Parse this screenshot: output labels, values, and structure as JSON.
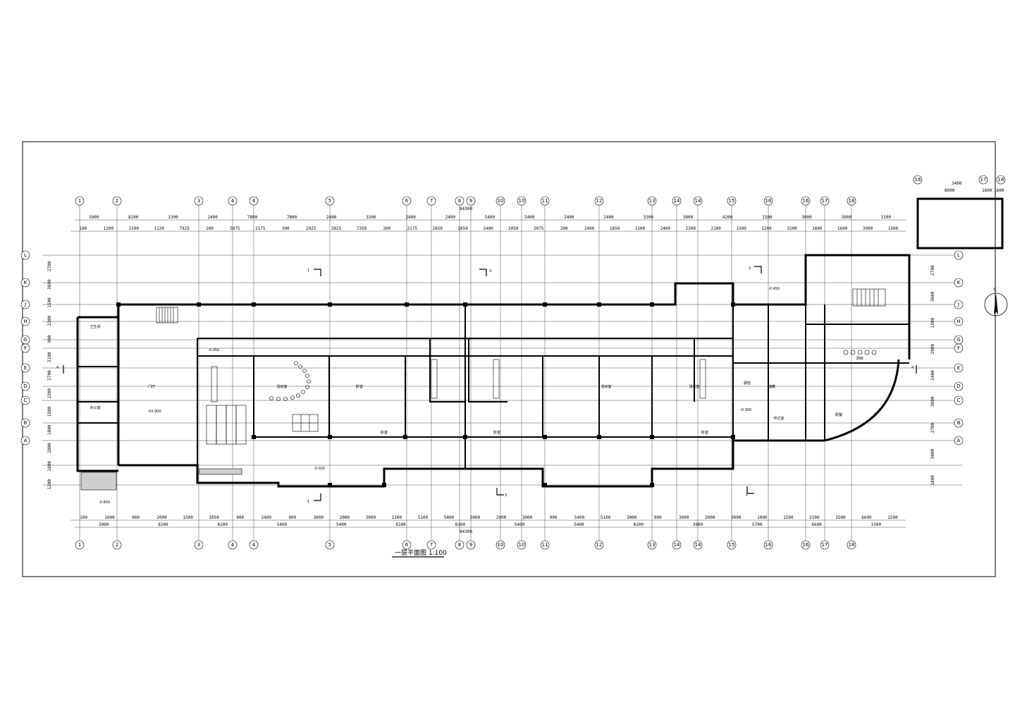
{
  "drawing": {
    "title": "一层平面图 1:100",
    "total_width": "84300",
    "annex_width": "3400",
    "annex_dims": [
      "8000",
      "1600",
      "1600"
    ]
  },
  "axes_h": [
    "1",
    "2",
    "3",
    "4",
    "4",
    "5",
    "6",
    "7",
    "8",
    "9",
    "10",
    "10",
    "11",
    "12",
    "13",
    "14",
    "14",
    "15",
    "16",
    "16",
    "17",
    "18"
  ],
  "axes_top_annex": [
    "16",
    "17",
    "18"
  ],
  "axes_v": [
    "L",
    "K",
    "J",
    "H",
    "G",
    "F",
    "E",
    "D",
    "C",
    "B",
    "A"
  ],
  "dims_top_row1": [
    "3900",
    "8200",
    "3300",
    "2400",
    "7800",
    "7800",
    "2400",
    "3300",
    "2400",
    "2400",
    "5400",
    "5400",
    "2400",
    "2400",
    "3300",
    "3900",
    "4200",
    "1500",
    "3000",
    "3900",
    "1500"
  ],
  "dims_top_row2": [
    "100",
    "1200",
    "1500",
    "1120",
    "7925",
    "200",
    "5075",
    "2175",
    "300",
    "2925",
    "2925",
    "7350",
    "200",
    "2175",
    "2650",
    "2650",
    "2400",
    "2050",
    "5075",
    "200",
    "2400",
    "1850",
    "1500",
    "2400",
    "2300",
    "2100",
    "1500",
    "1200",
    "1500",
    "1600",
    "1600",
    "3900",
    "1500"
  ],
  "dims_bottom_row1": [
    "100",
    "1000",
    "900",
    "2000",
    "1500",
    "1050",
    "900",
    "2400",
    "900",
    "3000",
    "2000",
    "3000",
    "2100",
    "5100",
    "5400",
    "3000",
    "2000",
    "3000",
    "900",
    "5400",
    "5100",
    "3000",
    "900",
    "3000",
    "2000",
    "3000",
    "1000",
    "1500",
    "2100",
    "1500",
    "6600",
    "1500"
  ],
  "dims_bottom_row2": [
    "3900",
    "8200",
    "8100",
    "5400",
    "5400",
    "8100",
    "8100",
    "5400",
    "5400",
    "8100",
    "3900",
    "5700",
    "6600",
    "1500"
  ],
  "dims_left": [
    "2700",
    "3600",
    "1500",
    "2300",
    "900",
    "2100",
    "2700",
    "2200",
    "1500",
    "1800",
    "2800",
    "1800",
    "1200"
  ],
  "dims_right": [
    "2700",
    "3600",
    "1500",
    "2900",
    "2400",
    "3600",
    "2700",
    "3000",
    "1800"
  ],
  "rooms": [
    "门厅",
    "办公室",
    "活动室",
    "卧室",
    "卧室",
    "活动室",
    "卧室",
    "活动室",
    "卧室",
    "晨检",
    "厨房",
    "配餐",
    "储藏",
    "传达室",
    "卫生间"
  ],
  "section_marks": [
    "1",
    "1",
    "2",
    "2",
    "3",
    "3",
    "4",
    "4"
  ],
  "north_label": "北",
  "levels": [
    "±0.000",
    "-0.050",
    "-0.020",
    "-0.300",
    "-0.450",
    "-0.600"
  ]
}
